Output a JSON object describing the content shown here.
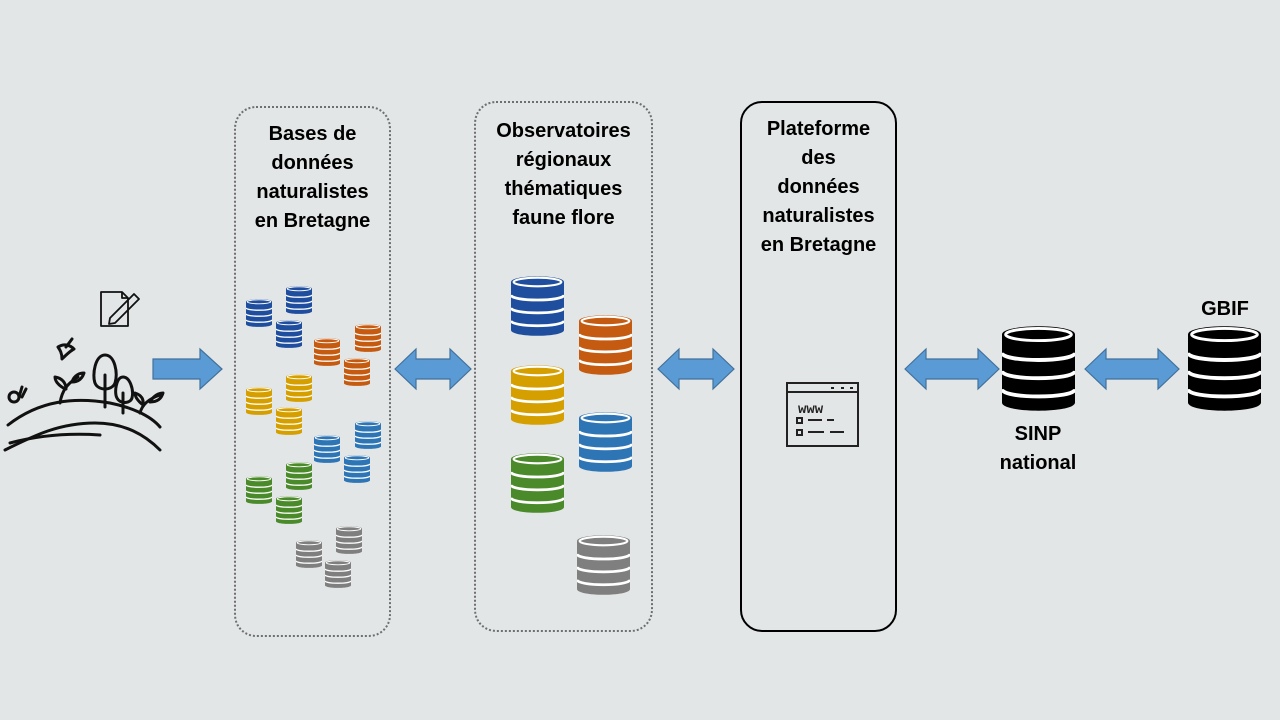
{
  "diagram": {
    "box_bases": {
      "title_lines": [
        "Bases de",
        "données",
        "naturalistes",
        "en Bretagne"
      ]
    },
    "box_observatoires": {
      "title_lines": [
        "Observatoires",
        "régionaux",
        "thématiques",
        "faune flore"
      ]
    },
    "box_plateforme": {
      "title_lines": [
        "Plateforme",
        "des",
        "données",
        "naturalistes",
        "en Bretagne"
      ],
      "web_window_text": "www"
    },
    "sinp": {
      "label_lines": [
        "SINP",
        "national"
      ]
    },
    "gbif": {
      "label": "GBIF"
    },
    "colors": {
      "blue": "#1f4e9e",
      "orange": "#c55a11",
      "gold": "#d69f00",
      "steel": "#2e75b6",
      "green": "#4a8a2a",
      "gray": "#7f7f7f",
      "black": "#000000",
      "arrow": "#5b9bd5",
      "arrow_stroke": "#41719c"
    }
  }
}
